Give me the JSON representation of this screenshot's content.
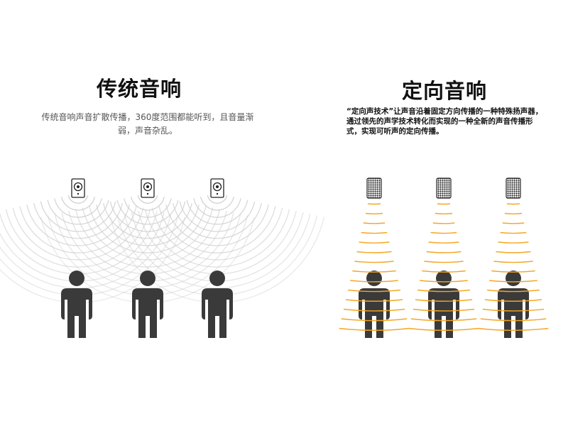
{
  "traditional": {
    "title": "传统音响",
    "description": "传统音响声音扩散传播，360度范围都能听到，且音量渐弱，声音杂乱。"
  },
  "directional": {
    "title": "定向音响",
    "description": "“定向声技术”让声音沿着固定方向传播的一种特殊扬声器，通过领先的声学技术转化而实现的一种全新的声音传播形式，实现可听声的定向传播。"
  },
  "colors": {
    "title_text": "#111111",
    "body_text": "#555555",
    "person": "#3a3a3a",
    "wave_traditional": "#cfcfcf",
    "wave_directional": "#f5a623"
  },
  "icons": {
    "traditional_speaker": "speaker-cone-icon",
    "directional_speaker": "speaker-array-icon",
    "listener": "person-icon"
  }
}
